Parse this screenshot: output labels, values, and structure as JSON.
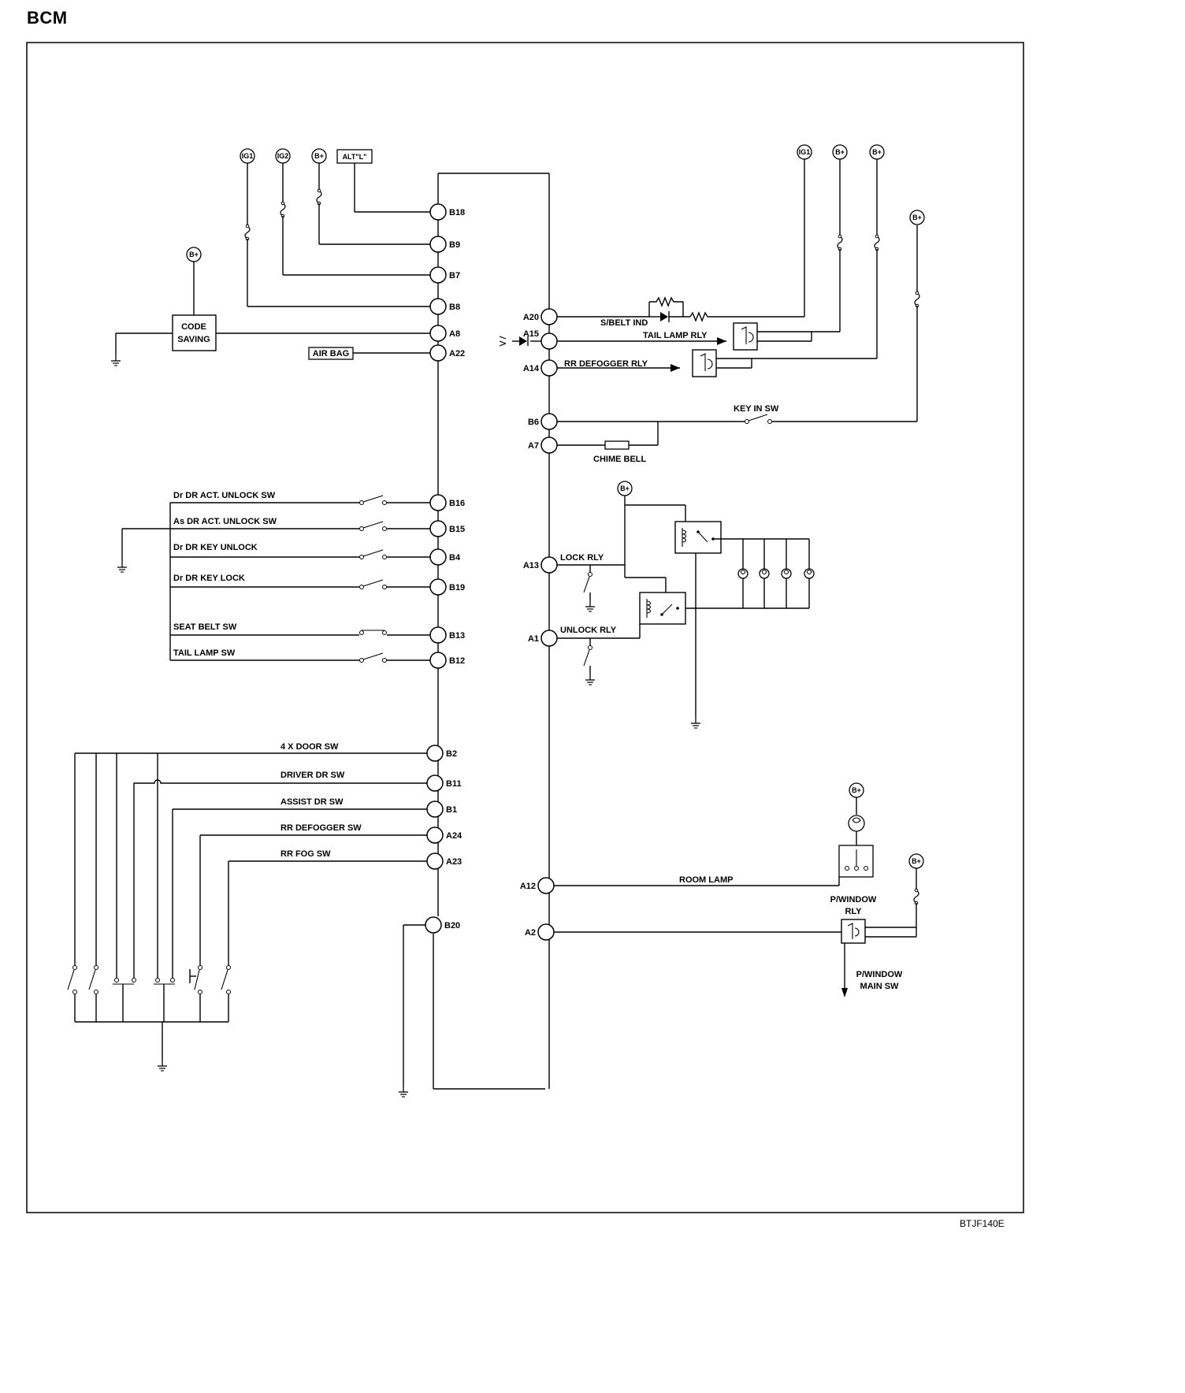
{
  "title": "BCM",
  "figure_code": "BTJF140E",
  "left_pins": [
    "B18",
    "B9",
    "B7",
    "B8",
    "A8",
    "A22",
    "B16",
    "B15",
    "B4",
    "B19",
    "B13",
    "B12",
    "B2",
    "B11",
    "B1",
    "A24",
    "A23",
    "B20"
  ],
  "right_pins": [
    "A20",
    "A15",
    "A14",
    "B6",
    "A7",
    "A13",
    "A1",
    "A12",
    "A2"
  ],
  "sources": {
    "ig1": "IG1",
    "ig2": "IG2",
    "bplus": "B+",
    "alt": "ALT\"L\""
  },
  "boxes": {
    "code_saving_1": "CODE",
    "code_saving_2": "SAVING",
    "air_bag": "AIR BAG"
  },
  "labels": {
    "sbelt_ind": "S/BELT IND",
    "tail_lamp_rly": "TAIL LAMP RLY",
    "rr_defogger_rly": "RR DEFOGGER RLY",
    "key_in_sw": "KEY IN SW",
    "chime_bell": "CHIME BELL",
    "lock_rly": "LOCK RLY",
    "unlock_rly": "UNLOCK RLY",
    "room_lamp": "ROOM LAMP",
    "pwindow_rly_1": "P/WINDOW",
    "pwindow_rly_2": "RLY",
    "pwindow_main_1": "P/WINDOW",
    "pwindow_main_2": "MAIN SW"
  },
  "switches": [
    "Dr DR ACT. UNLOCK SW",
    "As DR ACT. UNLOCK SW",
    "Dr DR KEY UNLOCK",
    "Dr DR KEY LOCK",
    "SEAT BELT SW",
    "TAIL LAMP SW"
  ],
  "door_switches": [
    "4 X DOOR SW",
    "DRIVER DR SW",
    "ASSIST DR SW",
    "RR DEFOGGER SW",
    "RR FOG SW"
  ]
}
